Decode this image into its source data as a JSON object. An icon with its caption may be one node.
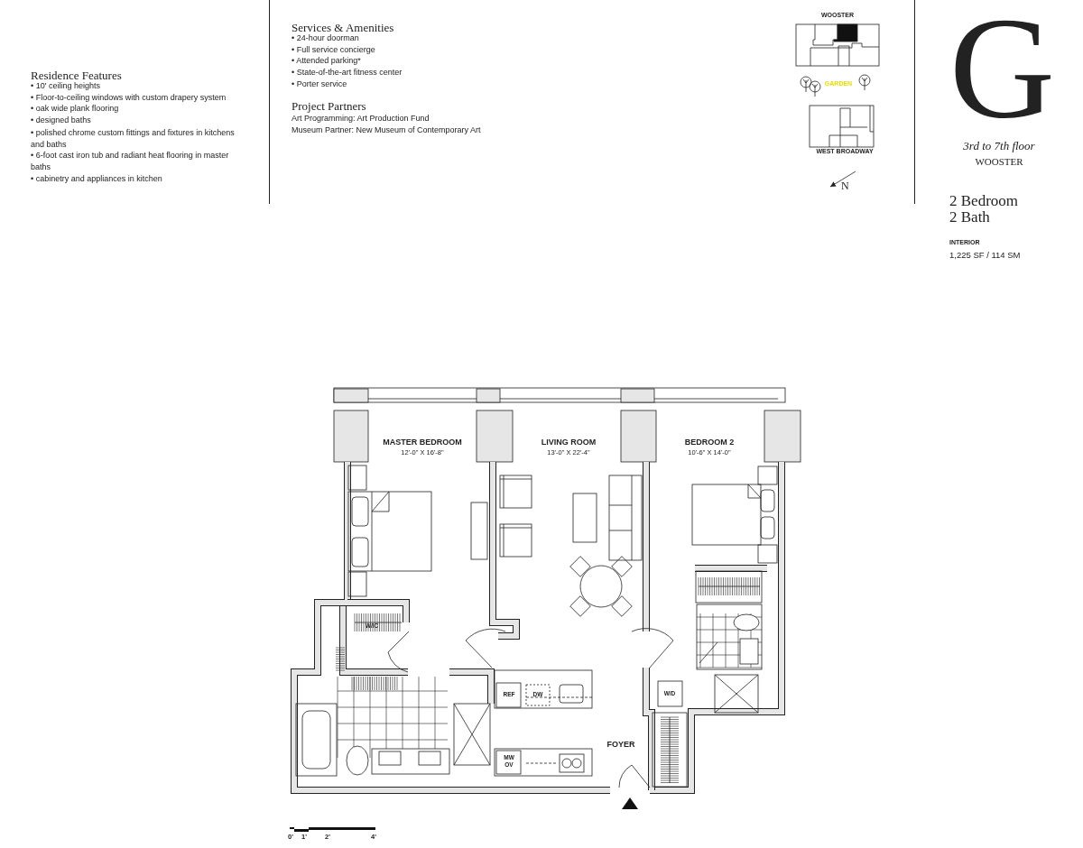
{
  "diagram": {
    "title": "G",
    "labels": [
      "Residence Features",
      "• 10' ceiling heights",
      "• Floor-to-ceiling windows with custom drapery system",
      "• oak wide plank flooring",
      "• designed baths",
      "• polished chrome custom fittings and fixtures in kitchens and baths",
      "• 6-foot cast iron tub and radiant heat flooring in master baths",
      "• cabinetry and appliances in kitchen",
      "Services & Amenities",
      "• 24-hour doorman",
      "• Full service concierge",
      "• Attended parking*",
      "• State-of-the-art fitness center",
      "• Porter service",
      "Project Partners",
      "Art Programming: Art Production Fund",
      "Museum Partner: New Museum of Contemporary Art",
      "WOOSTER",
      "GARDEN",
      "WEST BROADWAY",
      "N",
      "3rd to 7th floor",
      "WOOSTER",
      "2 Bedroom",
      "2 Bath",
      "INTERIOR",
      "1,225 SF / 114 SM",
      "MASTER BEDROOM",
      "12'-0\" X 16'-8\"",
      "LIVING ROOM",
      "13'-0\" X 22'-4\"",
      "BEDROOM 2",
      "10'-6\" X 14'-0\"",
      "W/IC",
      "REF",
      "DW",
      "W/D",
      "MW OV",
      "FOYER",
      "0'",
      "1'",
      "2'",
      "4'"
    ]
  }
}
